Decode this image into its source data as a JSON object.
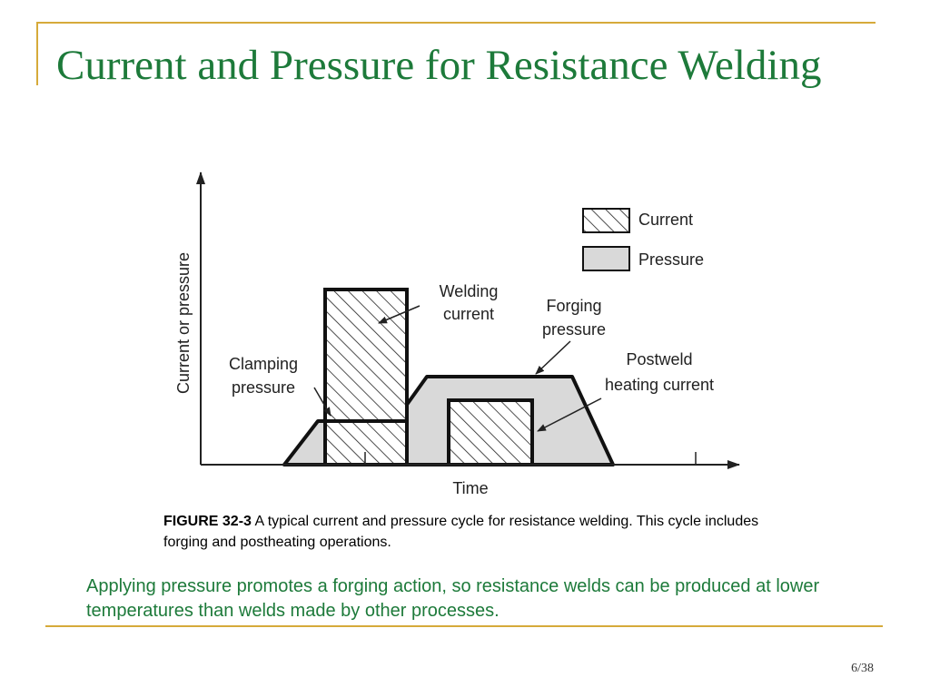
{
  "slide": {
    "title": "Current and Pressure for Resistance Welding",
    "page_number": "6/38",
    "body_text": "Applying pressure promotes a forging action, so resistance welds can be produced at lower temperatures than welds made by other processes."
  },
  "figure": {
    "caption_label": "FIGURE 32-3",
    "caption_text": " A typical current and pressure cycle for resistance welding. This cycle includes forging and postheating operations.",
    "y_axis_label": "Current or pressure",
    "x_axis_label": "Time",
    "legend": {
      "current": "Current",
      "pressure": "Pressure"
    },
    "annotations": {
      "welding_current_1": "Welding",
      "welding_current_2": "current",
      "forging_pressure_1": "Forging",
      "forging_pressure_2": "pressure",
      "postweld_1": "Postweld",
      "postweld_2": "heating current",
      "clamping_1": "Clamping",
      "clamping_2": "pressure"
    }
  },
  "colors": {
    "title_green": "#1d7a3a",
    "accent_gold": "#d6aa3a",
    "pressure_fill": "#d9d9d9"
  }
}
